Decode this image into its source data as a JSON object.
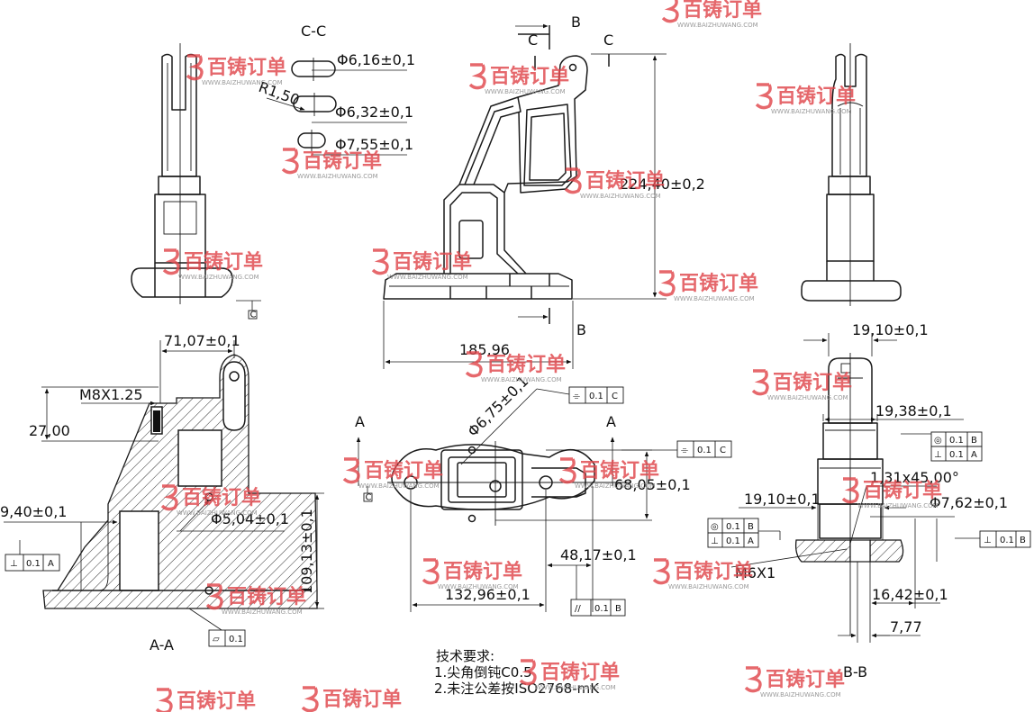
{
  "drawing": {
    "section_cc_label": "C-C",
    "section_aa_label": "A-A",
    "section_bb_label": "B-B",
    "cut_letters": {
      "b": "B",
      "c": "C",
      "a": "A"
    },
    "datum_marker": "C"
  },
  "dimensions": {
    "cc_dia_1": "Φ6,16±0,1",
    "cc_dia_2": "Φ6,32±0,1",
    "cc_dia_3": "Φ7,55±0,1",
    "cc_radius": "R1,50",
    "height_total": "224,40±0,2",
    "width_base": "185,96",
    "aa_width": "71,07±0,1",
    "aa_thread": "M8X1.25",
    "aa_depth": "27,00",
    "aa_left": "9,40±0,1",
    "aa_hole": "Φ5,04±0,1",
    "aa_height": "109,13±0,1",
    "top_hole": "Φ6,75±0,1",
    "top_dist_v": "68,05±0,1",
    "top_dist_h1": "48,17±0,1",
    "top_dist_h2": "132,96±0,1",
    "bb_top_w": "19,10±0,1",
    "bb_mid_w": "19,38±0,1",
    "bb_chamfer": "1,31x45,00°",
    "bb_lower_w": "19,10±0,1",
    "bb_dia": "Φ7,62±0,1",
    "bb_thread": "M6X1",
    "bb_w2": "16,42±0,1",
    "bb_w3": "7,77"
  },
  "tolerance_frames": {
    "aa_perp": [
      "⊥",
      "0.1",
      "A"
    ],
    "aa_flat": [
      "▱",
      "0.1"
    ],
    "top_sym_1": [
      "⌯",
      "0.1",
      "C"
    ],
    "top_sym_2": [
      "⌯",
      "0.1",
      "C"
    ],
    "top_par": [
      "//",
      "0.1",
      "B"
    ],
    "bb_conc_1": [
      "◎",
      "0.1",
      "B"
    ],
    "bb_perp_1": [
      "⊥",
      "0.1",
      "A"
    ],
    "bb_conc_2": [
      "◎",
      "0.1",
      "B"
    ],
    "bb_perp_2": [
      "⊥",
      "0.1",
      "A"
    ],
    "bb_perp_3": [
      "⊥",
      "0.1",
      "B"
    ]
  },
  "notes": {
    "title": "技术要求:",
    "line1": "1.尖角倒钝C0.5",
    "line2": "2.未注公差按ISO2768-mK"
  },
  "watermark": {
    "brand": "百铸订单",
    "url": "WWW.BAIZHUWANG.COM"
  }
}
